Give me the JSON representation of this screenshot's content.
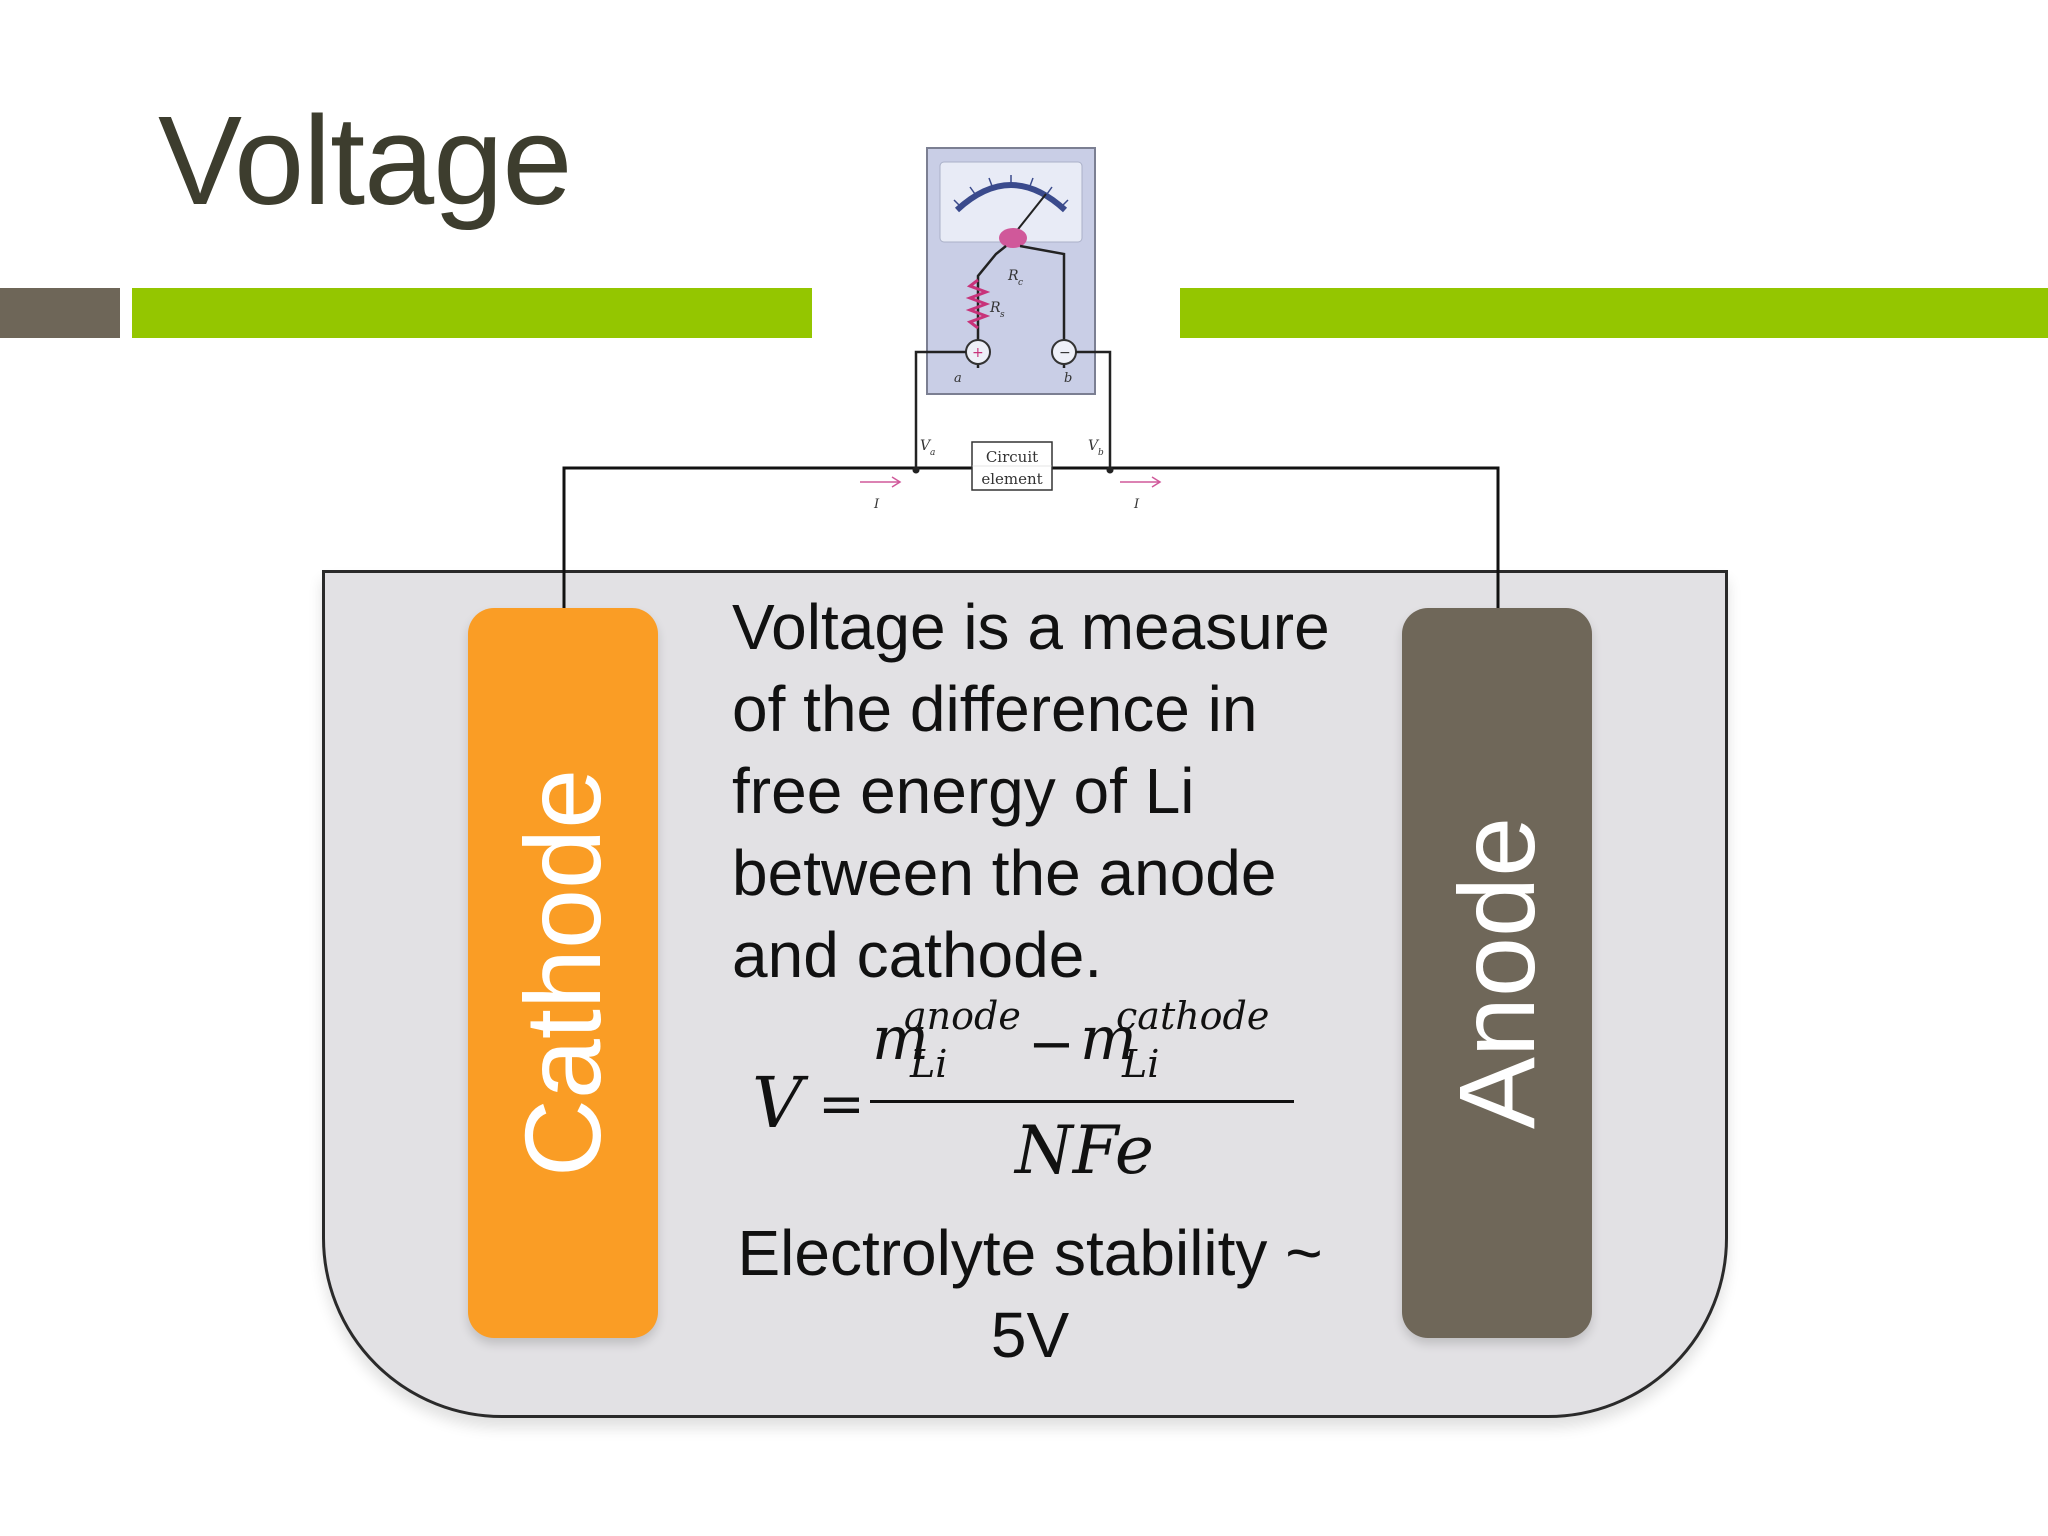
{
  "slide": {
    "title": "Voltage",
    "description": "Voltage is a measure of the difference in free energy of Li between the anode and cathode.",
    "stability_note": "Electrolyte stability ~ 5V"
  },
  "electrodes": {
    "cathode_label": "Cathode",
    "anode_label": "Anode"
  },
  "formula": {
    "lhs": "V",
    "equals": "=",
    "numerator_term1": {
      "symbol": "m",
      "superscript": "anode",
      "subscript": "Li"
    },
    "minus": "−",
    "numerator_term2": {
      "symbol": "m",
      "superscript": "cathode",
      "subscript": "Li"
    },
    "denominator": "NFe"
  },
  "meter_figure": {
    "circuit_label_line1": "Circuit",
    "circuit_label_line2": "element",
    "resistor_label_s": "R",
    "resistor_sub_s": "s",
    "resistor_label_c": "R",
    "resistor_sub_c": "c",
    "terminal_a": "a",
    "terminal_b": "b",
    "va_label": "V",
    "va_sub": "a",
    "vb_label": "V",
    "vb_sub": "b",
    "current_label": "I"
  },
  "colors": {
    "green_bar": "#94c600",
    "gray_bar": "#6e6658",
    "cathode": "#fa9d25",
    "anode": "#6f6759",
    "electrolyte": "#e2e1e4",
    "title": "#3d3d2e"
  }
}
